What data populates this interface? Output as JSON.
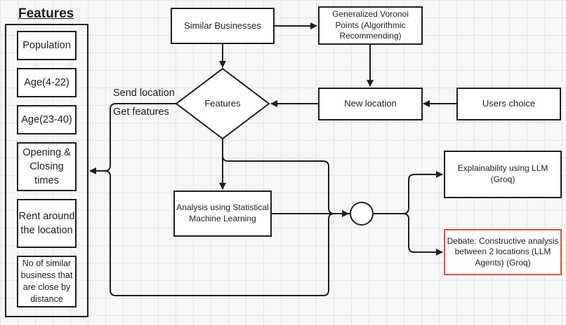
{
  "diagram": {
    "title": "Features",
    "features": [
      "Population",
      "Age(4-22)",
      "Age(23-40)",
      "Opening & Closing times",
      "Rent around the location",
      "No of similar business that are close by distance"
    ],
    "nodes": {
      "similar_businesses": "Similar Businesses",
      "voronoi": "Generalized Voronoi Points (Algorithmic Recommending)",
      "features_decision": "Features",
      "new_location": "New location",
      "users_choice": "Users choice",
      "analysis": "Analysis using Statistical Machine Learning",
      "explainability": "Explainability using LLM (Groq)",
      "debate": "Debate: Constructive analysis between 2 locations (LLM Agents) (Groq)"
    },
    "edge_labels": {
      "send_location": "Send location",
      "get_features": "Get features"
    },
    "colors": {
      "stroke": "#1e1e1e",
      "highlight_border": "#e0503a"
    }
  }
}
